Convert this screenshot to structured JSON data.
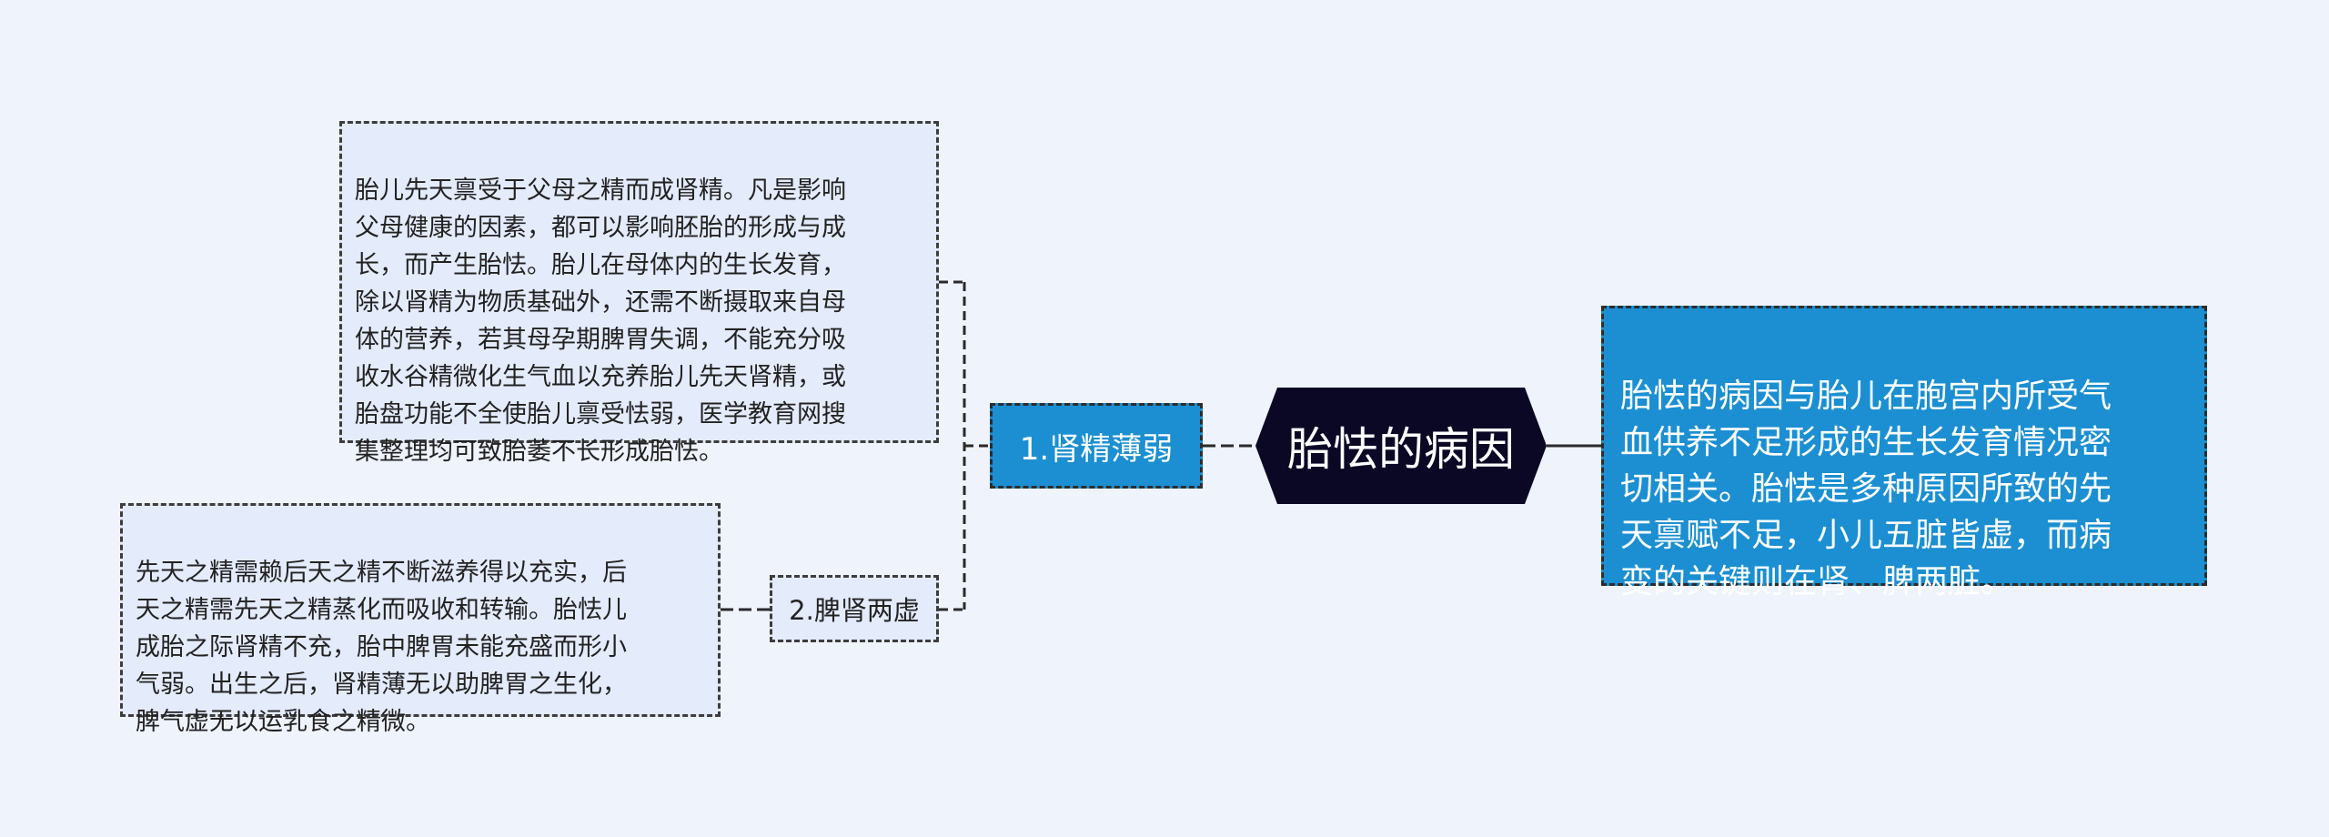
{
  "mindmap": {
    "center": {
      "title": "胎怯的病因"
    },
    "description": {
      "text": "胎怯的病因与胎儿在胞宫内所受气\n血供养不足形成的生长发育情况密\n切相关。胎怯是多种原因所致的先\n天禀赋不足，小儿五脏皆虚，而病\n变的关键则在肾、脾两脏。"
    },
    "branches": [
      {
        "label": "1.肾精薄弱",
        "detail": "胎儿先天禀受于父母之精而成肾精。凡是影响\n父母健康的因素，都可以影响胚胎的形成与成\n长，而产生胎怯。胎儿在母体内的生长发育，\n除以肾精为物质基础外，还需不断摄取来自母\n体的营养，若其母孕期脾胃失调，不能充分吸\n收水谷精微化生气血以充养胎儿先天肾精，或\n胎盘功能不全使胎儿禀受怯弱，医学教育网搜\n集整理均可致胎萎不长形成胎怯。"
      },
      {
        "label": "2.脾肾两虚",
        "detail": "先天之精需赖后天之精不断滋养得以充实，后\n天之精需先天之精蒸化而吸收和转输。胎怯儿\n成胎之际肾精不充，胎中脾胃未能充盛而形小\n气弱。出生之后，肾精薄无以助脾胃之生化，\n脾气虚无以运乳食之精微。"
      }
    ]
  }
}
